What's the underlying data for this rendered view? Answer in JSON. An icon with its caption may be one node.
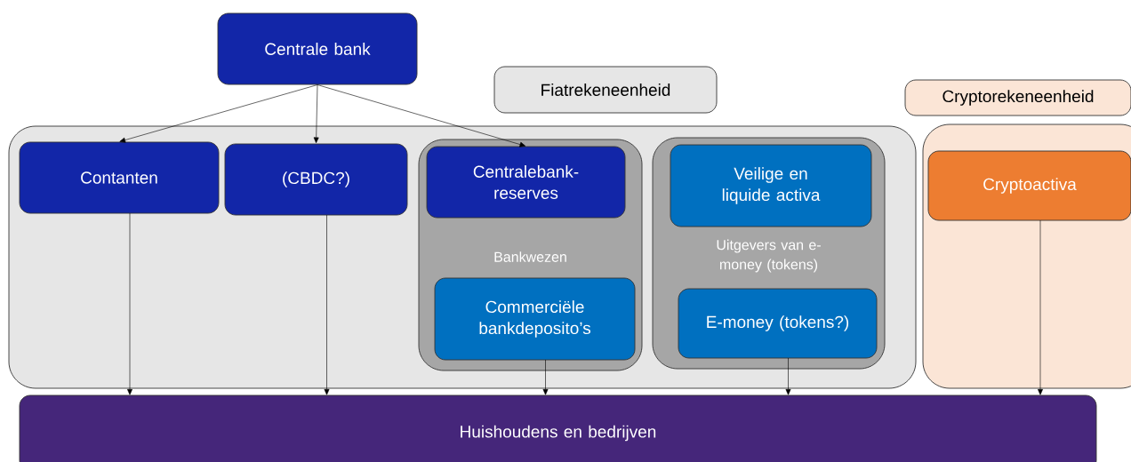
{
  "diagram": {
    "nodes": [
      {
        "text": [
          "Centrale bank"
        ]
      },
      {
        "text": [
          "Fiatrekeneenheid"
        ]
      },
      {
        "text": [
          "Cryptorekeneenheid"
        ]
      },
      {
        "text": [],
        "shape": "box"
      },
      {
        "text": [
          "Contanten"
        ],
        "in": 3
      },
      {
        "text": [
          "(CBDC?)"
        ],
        "in": 3
      },
      {
        "text": [
          "Bankwezen"
        ],
        "in": 3
      },
      {
        "text": [
          "Centralebank-reserves"
        ],
        "in": 6
      },
      {
        "text": [
          "Commerciële bankdeposito’s"
        ],
        "in": 6
      },
      {
        "text": [
          "Uitgevers van e-money (tokens)"
        ],
        "in": 3
      },
      {
        "text": [
          "Veilige en liquide activa"
        ],
        "in": 9
      },
      {
        "text": [
          "E-money (tokens?)"
        ],
        "in": 9
      },
      {
        "text": [],
        "shape": "box"
      },
      {
        "text": [
          "Cryptoactiva"
        ],
        "in": 12
      },
      {
        "text": [
          "Huishoudens en bedrijven"
        ]
      }
    ],
    "edges": [
      {
        "from": 0,
        "to": 4,
        "arrow": "to"
      },
      {
        "from": 0,
        "to": 5,
        "arrow": "to"
      },
      {
        "from": 0,
        "to": 7,
        "arrow": "to"
      },
      {
        "from": 4,
        "to": 14,
        "arrow": "to"
      },
      {
        "from": 5,
        "to": 14,
        "arrow": "to"
      },
      {
        "from": 8,
        "to": 14,
        "arrow": "to"
      },
      {
        "from": 11,
        "to": 14,
        "arrow": "to"
      },
      {
        "from": 13,
        "to": 14,
        "arrow": "to"
      }
    ]
  }
}
